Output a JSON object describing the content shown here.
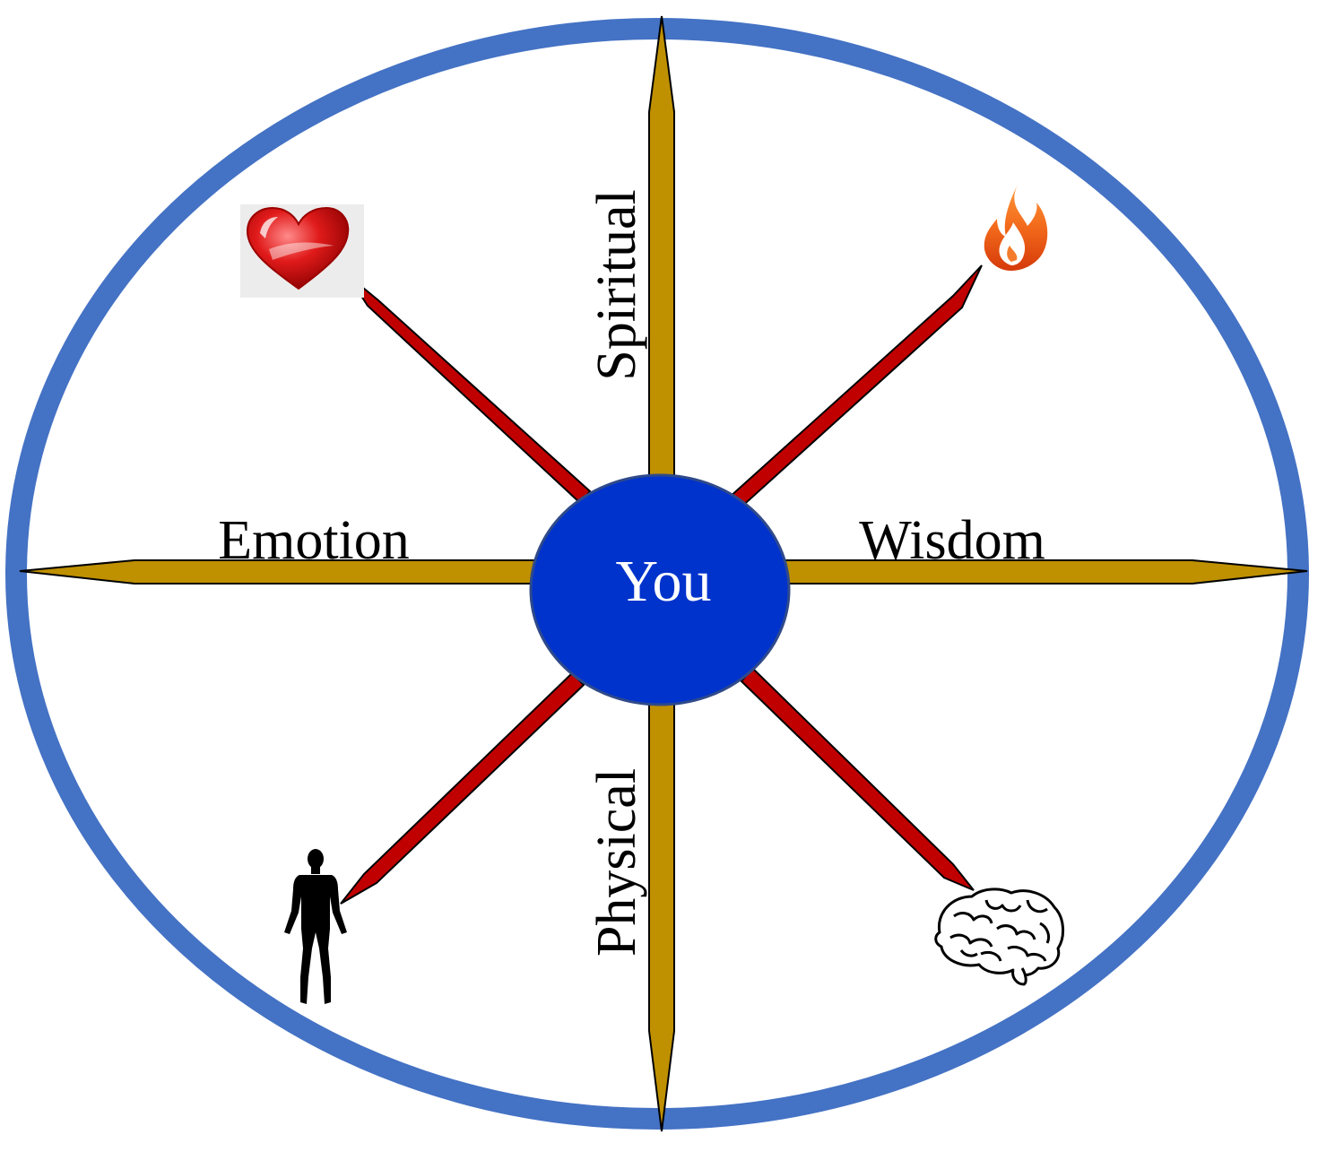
{
  "diagram": {
    "center_label": "You",
    "axes": {
      "left": "Emotion",
      "right": "Wisdom",
      "top": "Spiritual",
      "bottom": "Physical"
    },
    "icons": [
      {
        "position": "top-left",
        "icon": "heart-icon"
      },
      {
        "position": "top-right",
        "icon": "flame-icon"
      },
      {
        "position": "bottom-left",
        "icon": "human-figure-icon"
      },
      {
        "position": "bottom-right",
        "icon": "brain-icon"
      }
    ],
    "colors": {
      "rim": "#4472C4",
      "hub": "#0033CC",
      "gold_spokes": "#BF9000",
      "red_spokes": "#C00000",
      "text": "#000000"
    }
  }
}
